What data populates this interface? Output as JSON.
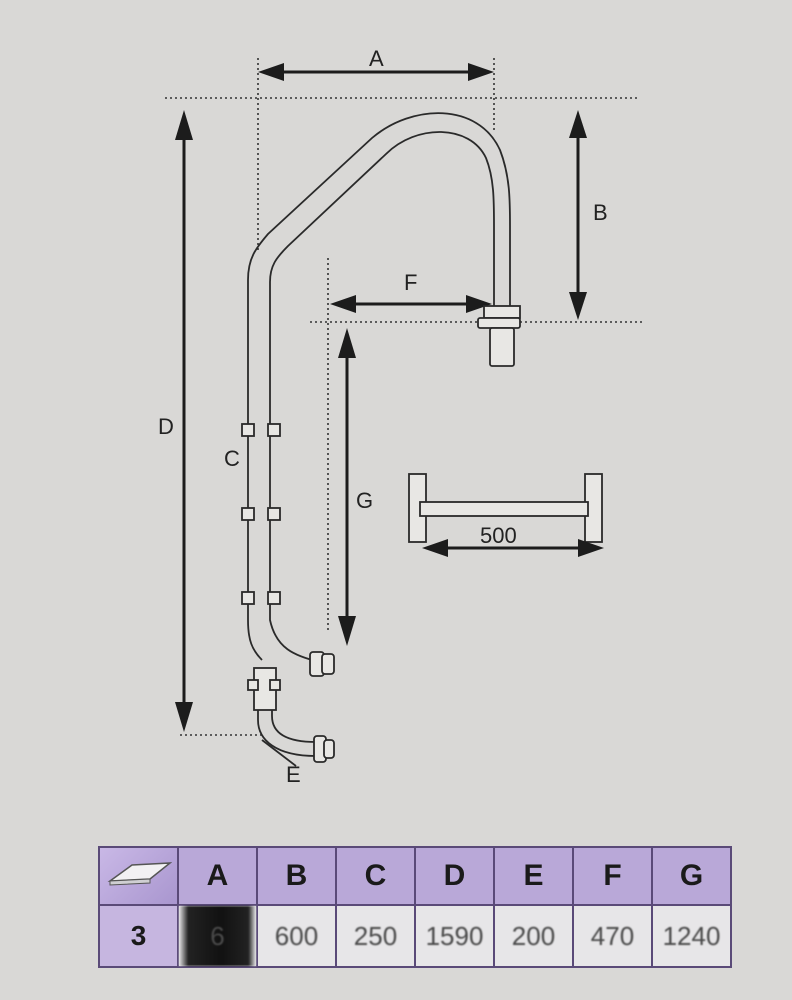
{
  "diagram": {
    "dimension_labels": {
      "a": "A",
      "b": "B",
      "c": "C",
      "d": "D",
      "e": "E",
      "f": "F",
      "g": "G"
    },
    "step_width_label": "500"
  },
  "table": {
    "headers": [
      "A",
      "B",
      "C",
      "D",
      "E",
      "F",
      "G"
    ],
    "rows": [
      {
        "model": "3",
        "values": [
          "6",
          "600",
          "250",
          "1590",
          "200",
          "470",
          "1240"
        ]
      }
    ],
    "header_color": "#b9a8d8",
    "border_color": "#5a4a78"
  }
}
